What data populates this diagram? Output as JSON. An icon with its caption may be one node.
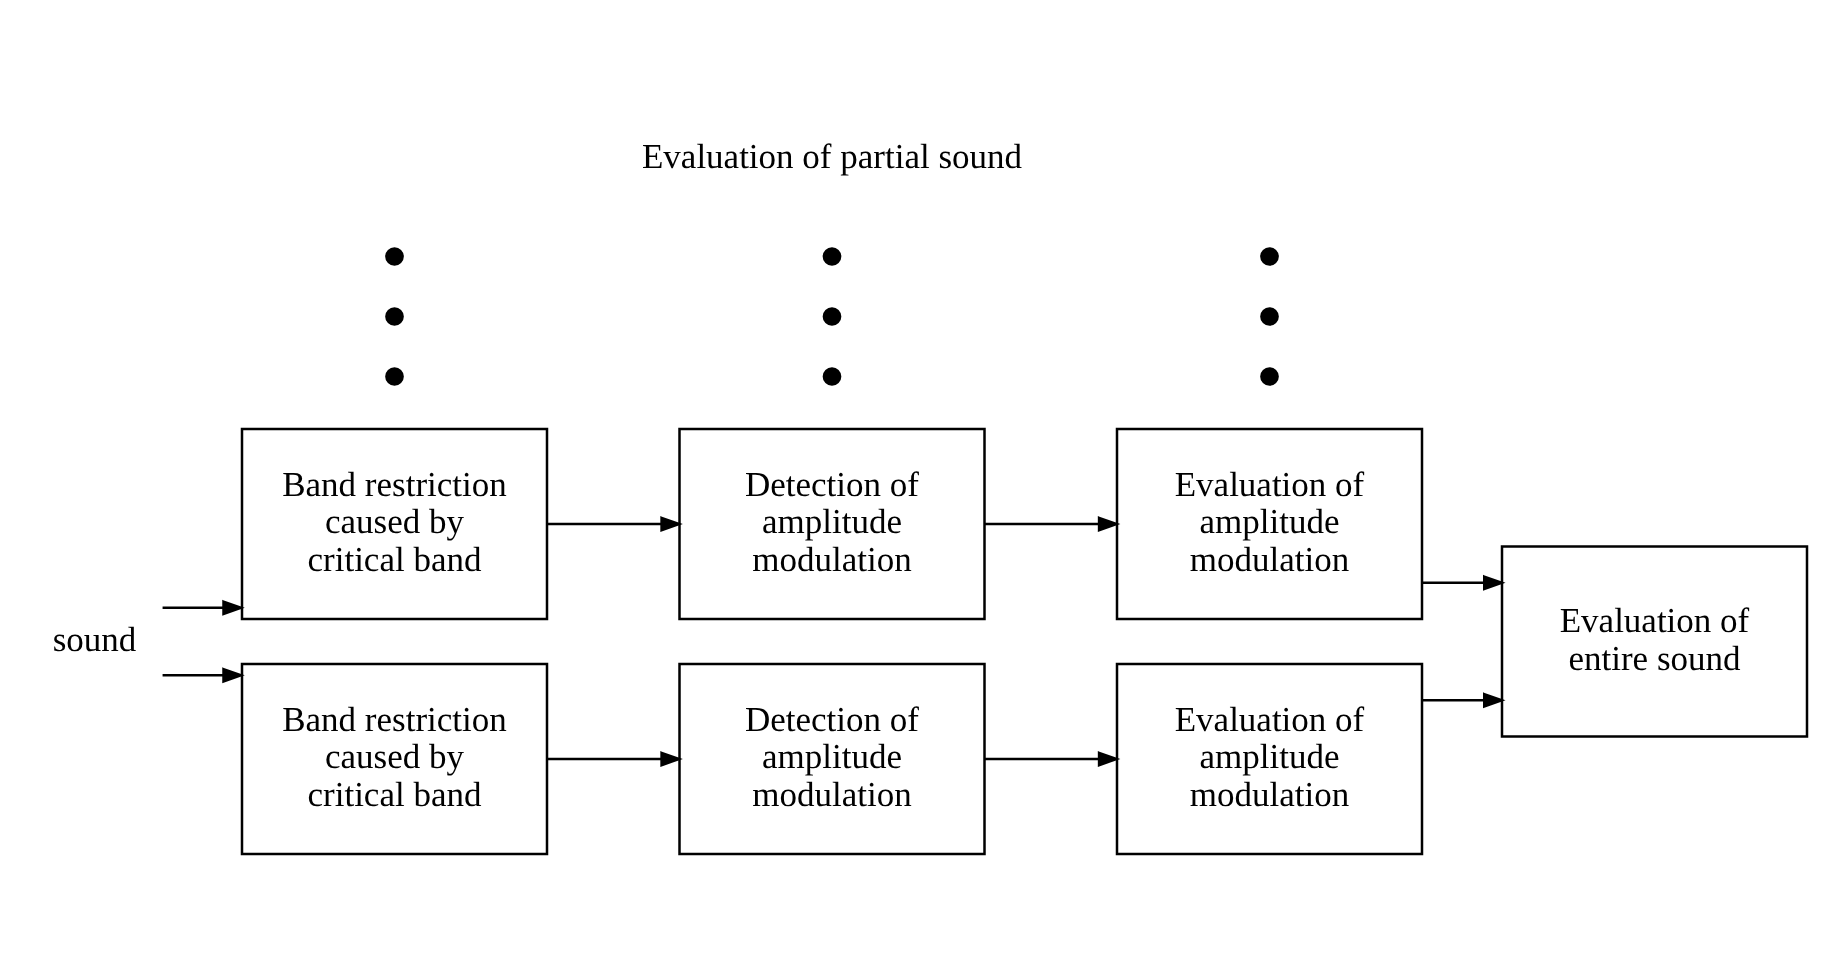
{
  "diagram": {
    "nodes": [
      {
        "text": [
          "sound"
        ]
      },
      {
        "text": [
          "Band restriction caused by critical band"
        ]
      },
      {
        "text": [
          "Detection of amplitude modulation"
        ]
      },
      {
        "text": [
          "Evaluation of amplitude modulation"
        ]
      },
      {
        "text": [
          "Band restriction caused by critical band"
        ]
      },
      {
        "text": [
          "Detection of amplitude modulation"
        ]
      },
      {
        "text": [
          "Evaluation of amplitude modulation"
        ]
      },
      {
        "text": [
          "Evaluation of entire sound"
        ]
      },
      {
        "text": [],
        "shape": "circle"
      },
      {
        "text": [],
        "shape": "circle"
      },
      {
        "text": [],
        "shape": "circle"
      },
      {
        "text": [],
        "shape": "circle"
      },
      {
        "text": [],
        "shape": "circle"
      },
      {
        "text": [],
        "shape": "circle"
      },
      {
        "text": [],
        "shape": "circle"
      },
      {
        "text": [],
        "shape": "circle"
      },
      {
        "text": [],
        "shape": "circle"
      }
    ],
    "edges": [
      {
        "from": 0,
        "to": 1,
        "arrow": "to"
      },
      {
        "from": 0,
        "to": 4,
        "arrow": "to"
      },
      {
        "from": 1,
        "to": 2,
        "arrow": "to"
      },
      {
        "from": 2,
        "to": 3,
        "arrow": "to"
      },
      {
        "from": 4,
        "to": 5,
        "arrow": "to"
      },
      {
        "from": 5,
        "to": 6,
        "arrow": "to"
      },
      {
        "from": 3,
        "to": 7,
        "arrow": "to"
      },
      {
        "from": 6,
        "to": 7,
        "arrow": "to"
      }
    ],
    "labels": [
      "Evaluation of partial sound"
    ]
  }
}
